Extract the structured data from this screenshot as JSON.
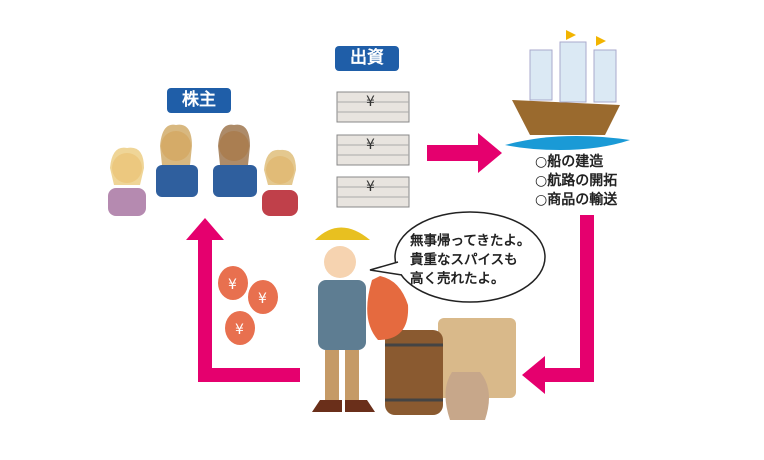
{
  "labels": {
    "shareholders": "株主",
    "investment": "出資"
  },
  "ship_tasks": [
    "○船の建造",
    "○航路の開拓",
    "○商品の輸送"
  ],
  "speech": [
    "無事帰ってきたよ。",
    "貴重なスパイスも",
    "高く売れたよ。"
  ],
  "currency_symbol": "¥",
  "colors": {
    "arrow": "#e5006e",
    "label_bg": "#1f5ea8"
  }
}
